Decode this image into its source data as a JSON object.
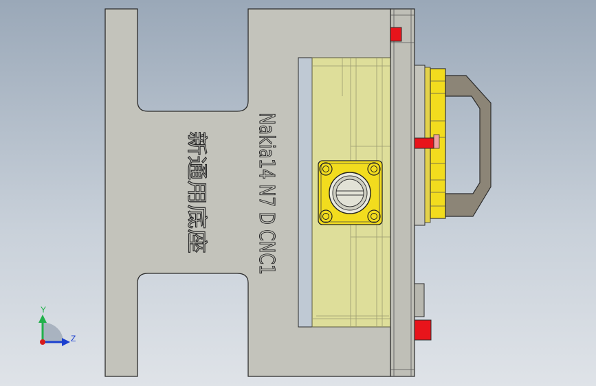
{
  "viewport": {
    "background_top": "#9aa8b8",
    "background_bottom": "#dfe3e8"
  },
  "part": {
    "engraving_latin": "Nakia14 N7 D CNC1",
    "engraving_chinese": "新通用底座",
    "colors": {
      "base_plate": "#c3c3bb",
      "fixture_block": "#dede9a",
      "flange": "#f2dc1e",
      "handle": "#8c8577",
      "stopper": "#e8141b"
    }
  },
  "triad": {
    "y_label": "Y",
    "z_label": "Z",
    "y_color": "#22b14c",
    "z_color": "#1b3fcf",
    "origin_color": "#d81b1b"
  }
}
